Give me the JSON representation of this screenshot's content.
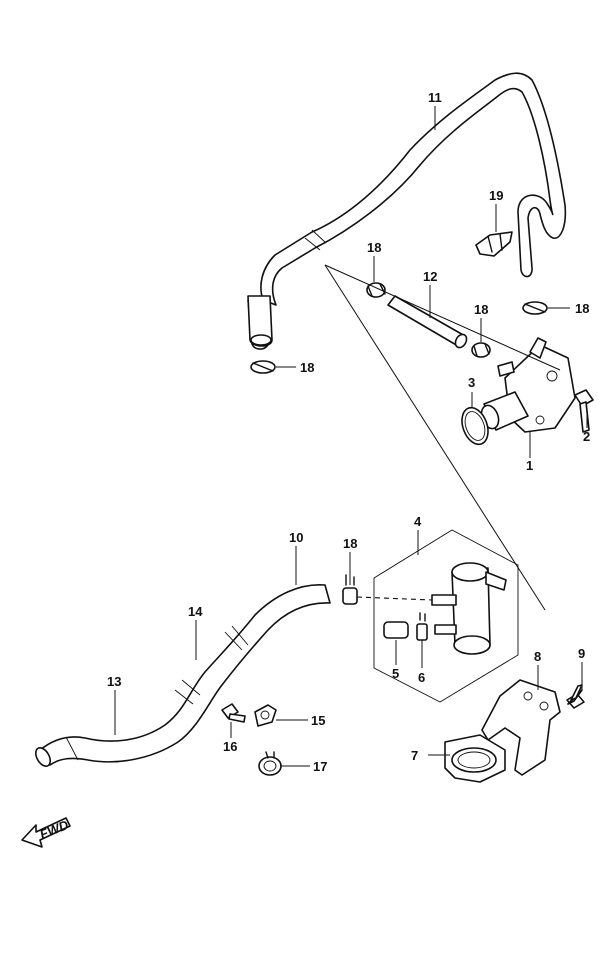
{
  "callouts": {
    "c1": "1",
    "c2": "2",
    "c3": "3",
    "c4": "4",
    "c5": "5",
    "c6": "6",
    "c7": "7",
    "c8": "8",
    "c9": "9",
    "c10": "10",
    "c11": "11",
    "c12": "12",
    "c13": "13",
    "c14": "14",
    "c15": "15",
    "c16": "16",
    "c17": "17",
    "c18a": "18",
    "c18b": "18",
    "c18c": "18",
    "c18d": "18",
    "c18e": "18",
    "c19": "19"
  },
  "direction_marker": {
    "label": "FWD",
    "icon": "forward-arrow-icon"
  },
  "colors": {
    "line": "#111111",
    "background": "#ffffff"
  }
}
